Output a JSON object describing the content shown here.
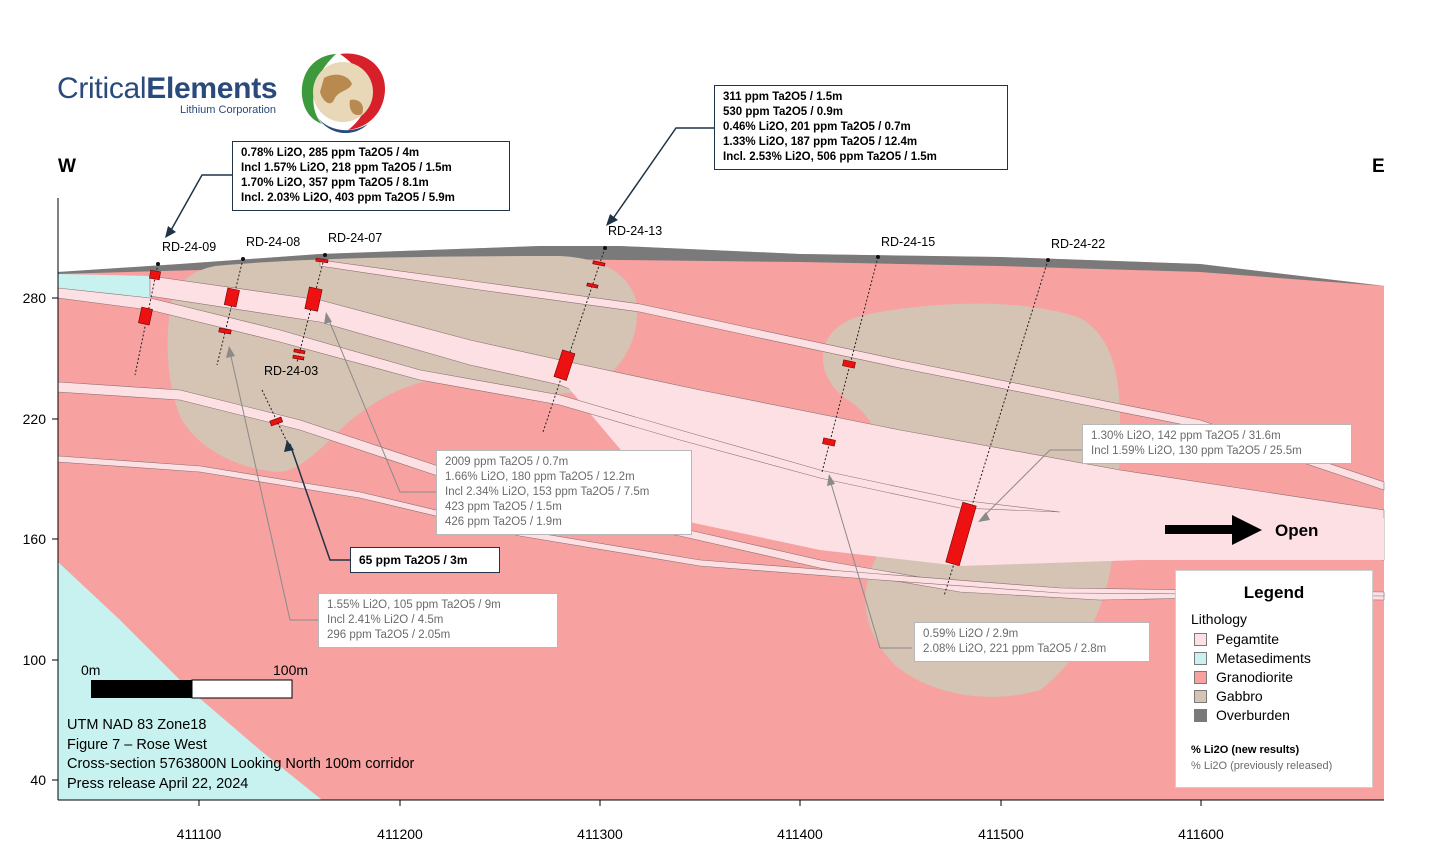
{
  "logo": {
    "name_regular": "Critical",
    "name_bold": "Elements",
    "subtitle": "Lithium Corporation"
  },
  "directions": {
    "west": "W",
    "east": "E"
  },
  "y_axis_ticks": [
    "280",
    "220",
    "160",
    "100",
    "40"
  ],
  "x_axis_ticks": [
    "411100",
    "411200",
    "411300",
    "411400",
    "411500",
    "411600"
  ],
  "drill_holes": [
    "RD-24-09",
    "RD-24-08",
    "RD-24-07",
    "RD-24-13",
    "RD-24-15",
    "RD-24-22",
    "RD-24-03"
  ],
  "callouts_new": {
    "rd2409": [
      "0.78% Li2O, 285 ppm Ta2O5 / 4m",
      "Incl 1.57% Li2O, 218 ppm Ta2O5 / 1.5m",
      "1.70% Li2O, 357 ppm Ta2O5 / 8.1m",
      "Incl. 2.03% Li2O, 403 ppm Ta2O5 / 5.9m"
    ],
    "rd2413": [
      "311 ppm Ta2O5 / 1.5m",
      "530 ppm Ta2O5 / 0.9m",
      "0.46% Li2O, 201 ppm Ta2O5 / 0.7m",
      "1.33% Li2O, 187 ppm Ta2O5 / 12.4m",
      "Incl. 2.53% Li2O, 506 ppm Ta2O5 / 1.5m"
    ],
    "rd2403": [
      "65 ppm Ta2O5 / 3m"
    ]
  },
  "callouts_prev": {
    "rd2407": [
      "2009 ppm Ta2O5 / 0.7m",
      "1.66% Li2O, 180 ppm Ta2O5 / 12.2m",
      "Incl 2.34% Li2O, 153 ppm Ta2O5 / 7.5m",
      "423 ppm Ta2O5 / 1.5m",
      "426 ppm Ta2O5 / 1.9m"
    ],
    "rd2422": [
      "1.30% Li2O, 142 ppm Ta2O5 / 31.6m",
      "Incl 1.59% Li2O, 130 ppm Ta2O5 / 25.5m"
    ],
    "rd2408": [
      "1.55% Li2O, 105 ppm Ta2O5 / 9m",
      "Incl 2.41% Li2O / 4.5m",
      "296 ppm Ta2O5 / 2.05m"
    ],
    "rd2415": [
      "0.59% Li2O / 2.9m",
      "2.08% Li2O, 221 ppm Ta2O5 / 2.8m"
    ]
  },
  "open_label": "Open",
  "scale_bar": {
    "start": "0m",
    "end": "100m"
  },
  "info_lines": [
    "UTM NAD 83 Zone18",
    "Figure 7 – Rose West",
    "Cross-section 5763800N Looking North 100m corridor",
    "Press release April 22, 2024"
  ],
  "legend": {
    "title": "Legend",
    "subtitle": "Lithology",
    "items": [
      {
        "label": "Pegamtite",
        "color": "#fde0e4"
      },
      {
        "label": "Metasediments",
        "color": "#c8f2ef"
      },
      {
        "label": "Granodiorite",
        "color": "#f8a1a1"
      },
      {
        "label": "Gabbro",
        "color": "#d5c3b3"
      },
      {
        "label": "Overburden",
        "color": "#7a7a7a"
      }
    ],
    "new_results": "% Li2O (new results)",
    "prev_results": "% Li2O (previously released)"
  },
  "colors": {
    "granodiorite": "#f8a1a1",
    "gabbro": "#d5c3b3",
    "pegmatite": "#fde0e4",
    "metasediments": "#c8f2ef",
    "overburden": "#7a7a7a",
    "intercept": "#ee1111",
    "callout_border": "#1f3447"
  }
}
